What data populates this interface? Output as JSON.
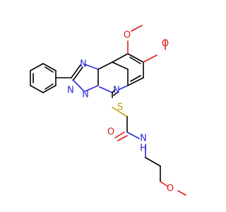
{
  "atoms": {
    "n_ring_top": "N",
    "n_ring_left": "N",
    "n_bridge": "N",
    "n_quin": "N",
    "s": "S",
    "o_carbonyl": "O",
    "n_amide": "N",
    "h_amide": "H",
    "o_ether": "O",
    "o_top": "O",
    "o_right": "O"
  },
  "colors": {
    "carbon": "#000000",
    "nitrogen": "#2a2ad6",
    "oxygen": "#e01a1a",
    "sulfur": "#b8a000"
  }
}
